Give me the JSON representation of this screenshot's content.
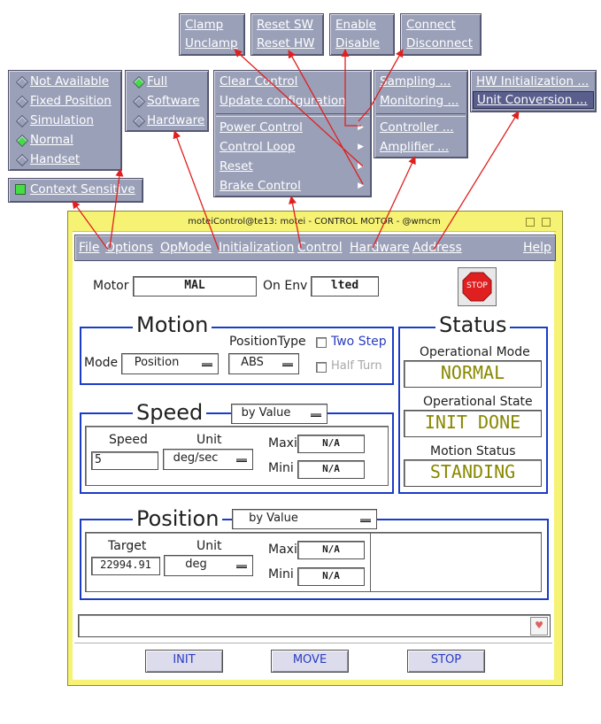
{
  "menus": {
    "clamp": [
      "Clamp",
      "Unclamp"
    ],
    "reset": [
      "Reset SW",
      "Reset HW"
    ],
    "enable": [
      "Enable",
      "Disable"
    ],
    "connect": [
      "Connect",
      "Disconnect"
    ],
    "options": [
      "Not Available",
      "Fixed Position",
      "Simulation",
      "Normal",
      "Handset"
    ],
    "options_selected": "Normal",
    "context": "Context Sensitive",
    "opmode": [
      "Full",
      "Software",
      "Hardware"
    ],
    "opmode_selected": "Full",
    "control": [
      "Clear Control",
      "Update configuration",
      "Power Control",
      "Control Loop",
      "Reset",
      "Brake Control"
    ],
    "hardware": [
      "Sampling ...",
      "Monitoring ...",
      "Controller ...",
      "Amplifier ..."
    ],
    "address": [
      "HW Initialization ...",
      "Unit Conversion ..."
    ]
  },
  "window": {
    "title": "moteiControl@te13: motei - CONTROL MOTOR - @wmcm",
    "menubar": [
      "File",
      "Options",
      "OpMode",
      "Initialization",
      "Control",
      "Hardware",
      "Address"
    ],
    "help": "Help"
  },
  "header": {
    "motor_label": "Motor",
    "motor_value": "MAL",
    "env_label": "On Env",
    "env_value": "lted",
    "stop": "STOP"
  },
  "motion": {
    "title": "Motion",
    "mode_label": "Mode",
    "mode_value": "Position",
    "ptype_label": "PositionType",
    "ptype_value": "ABS",
    "two_step": "Two Step",
    "half_turn": "Half Turn"
  },
  "speed": {
    "title": "Speed",
    "by": "by Value",
    "speed_label": "Speed",
    "unit_label": "Unit",
    "value": "5",
    "unit": "deg/sec",
    "maxi_label": "Maxi",
    "maxi": "N/A",
    "mini_label": "Mini",
    "mini": "N/A"
  },
  "position": {
    "title": "Position",
    "by": "by Value",
    "target_label": "Target",
    "unit_label": "Unit",
    "value": "22994.91",
    "unit": "deg",
    "maxi_label": "Maxi",
    "maxi": "N/A",
    "mini_label": "Mini",
    "mini": "N/A"
  },
  "status": {
    "title": "Status",
    "op_mode_label": "Operational Mode",
    "op_mode": "NORMAL",
    "op_state_label": "Operational State",
    "op_state": "INIT DONE",
    "motion_label": "Motion Status",
    "motion": "STANDING"
  },
  "buttons": {
    "init": "INIT",
    "move": "MOVE",
    "stop": "STOP"
  },
  "colors": {
    "frame": "#1a3cc8",
    "window": "#f6f274",
    "menu": "#9aa0b8",
    "annotation": "#e02020"
  }
}
